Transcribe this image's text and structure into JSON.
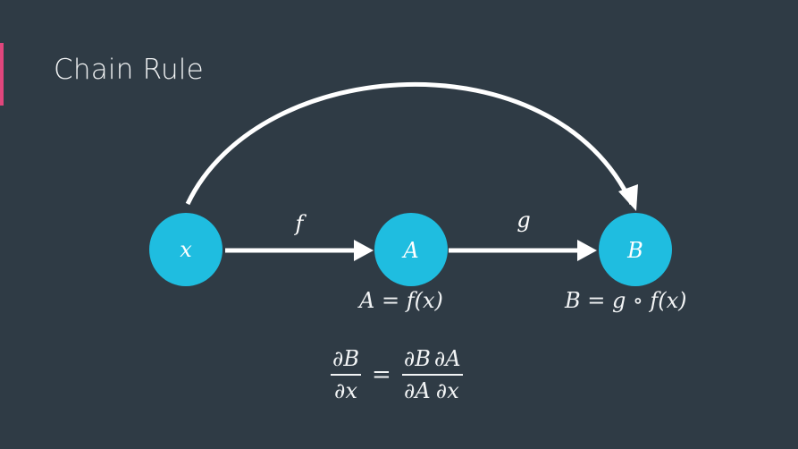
{
  "title": "Chain Rule",
  "colors": {
    "background": "#2f3b45",
    "accent": "#e0467c",
    "node": "#1fbde0",
    "arrow": "#ffffff",
    "text": "#f2f4f5"
  },
  "nodes": [
    {
      "id": "x",
      "label": "x"
    },
    {
      "id": "A",
      "label": "A"
    },
    {
      "id": "B",
      "label": "B"
    }
  ],
  "edges": [
    {
      "from": "x",
      "to": "A",
      "label": "f"
    },
    {
      "from": "A",
      "to": "B",
      "label": "g"
    },
    {
      "from": "x",
      "to": "B",
      "label": ""
    }
  ],
  "equations": {
    "a_def": "A = f(x)",
    "b_def": "B = g ∘ f(x)"
  },
  "formula": {
    "lhs_num": "∂B",
    "lhs_den": "∂x",
    "equals": "=",
    "rhs1_num": "∂B",
    "rhs1_den": "∂A",
    "rhs2_num": "∂A",
    "rhs2_den": "∂x"
  }
}
